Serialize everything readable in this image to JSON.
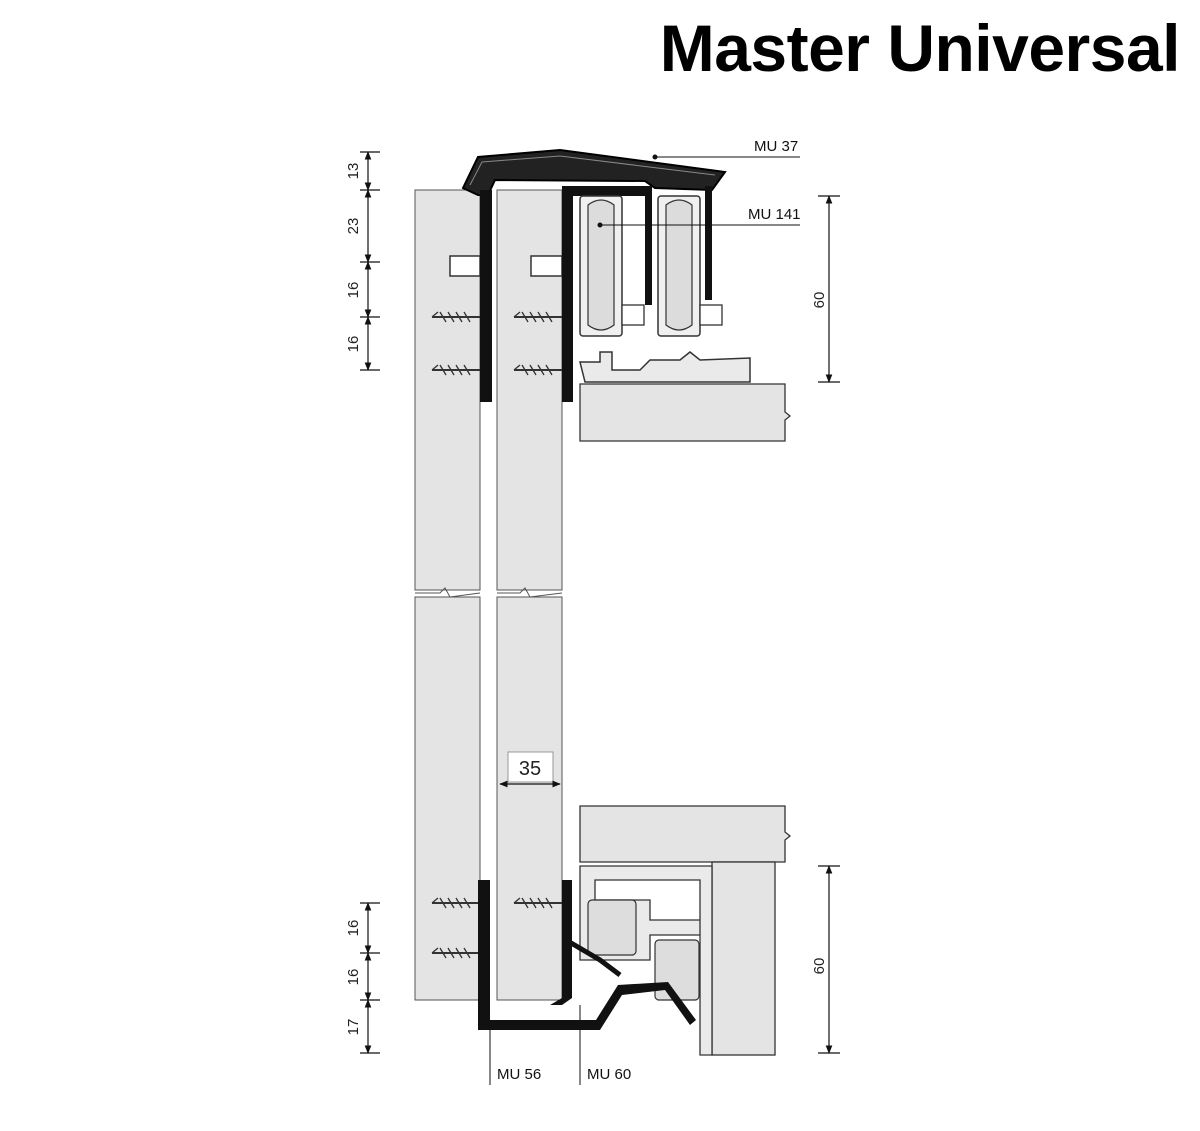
{
  "title": "Master Universal",
  "parts": {
    "mu37": "MU 37",
    "mu141": "MU 141",
    "mu56": "MU 56",
    "mu60": "MU 60"
  },
  "dimensions": {
    "top_13": "13",
    "top_23": "23",
    "top_16a": "16",
    "top_16b": "16",
    "bottom_16a": "16",
    "bottom_16b": "16",
    "bottom_17": "17",
    "panel_35": "35",
    "right_top_60": "60",
    "right_bottom_60": "60"
  },
  "colors": {
    "panel": "#e4e4e4",
    "profile": "#111111",
    "background": "#ffffff"
  }
}
